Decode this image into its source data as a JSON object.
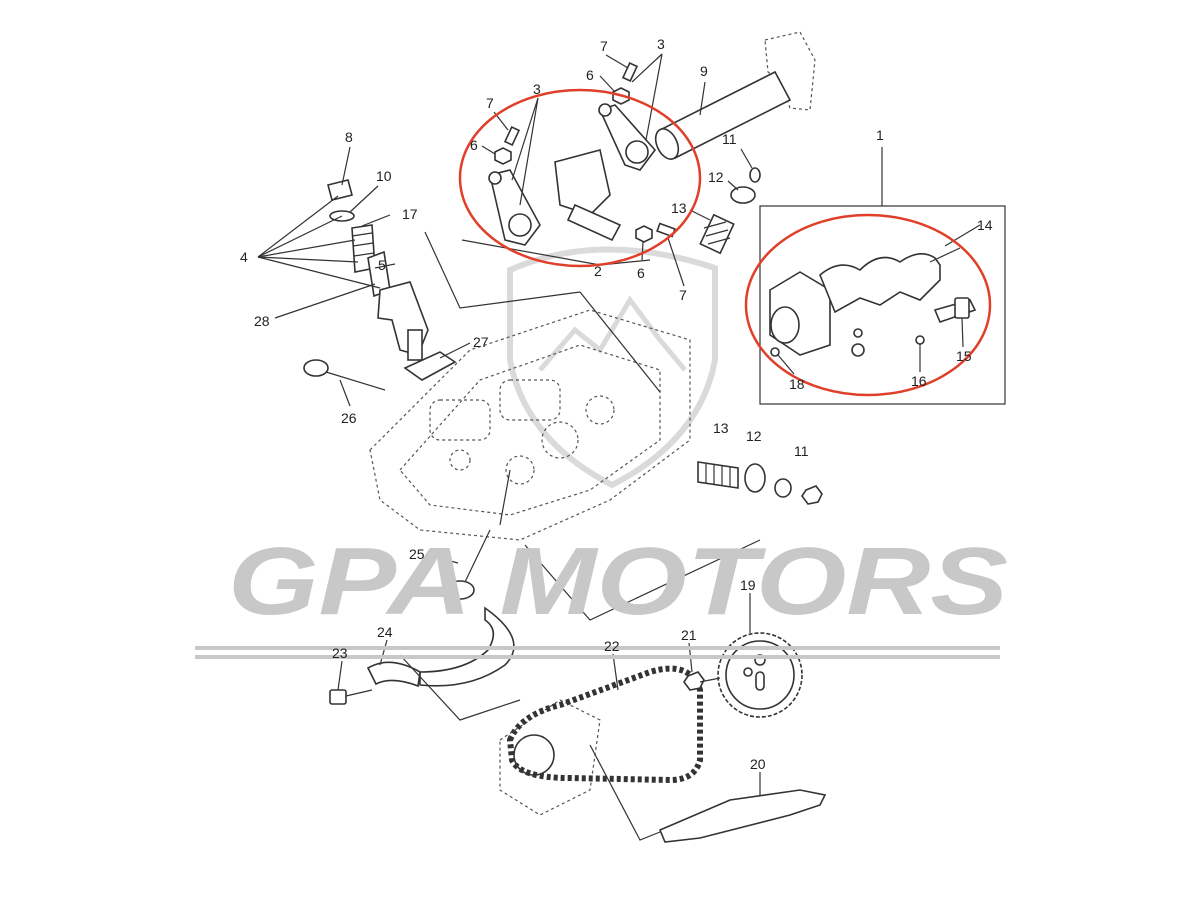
{
  "watermark": {
    "text": "GPA MOTORS",
    "color": "#c8c8c8"
  },
  "highlight_color": "#e0402a",
  "callouts": [
    {
      "id": "c1",
      "text": "1"
    },
    {
      "id": "c2",
      "text": "2"
    },
    {
      "id": "c3a",
      "text": "3"
    },
    {
      "id": "c3b",
      "text": "3"
    },
    {
      "id": "c4",
      "text": "4"
    },
    {
      "id": "c5",
      "text": "5"
    },
    {
      "id": "c6a",
      "text": "6"
    },
    {
      "id": "c6b",
      "text": "6"
    },
    {
      "id": "c6c",
      "text": "6"
    },
    {
      "id": "c7a",
      "text": "7"
    },
    {
      "id": "c7b",
      "text": "7"
    },
    {
      "id": "c7c",
      "text": "7"
    },
    {
      "id": "c8",
      "text": "8"
    },
    {
      "id": "c9",
      "text": "9"
    },
    {
      "id": "c10",
      "text": "10"
    },
    {
      "id": "c11a",
      "text": "11"
    },
    {
      "id": "c11b",
      "text": "11"
    },
    {
      "id": "c12a",
      "text": "12"
    },
    {
      "id": "c12b",
      "text": "12"
    },
    {
      "id": "c13a",
      "text": "13"
    },
    {
      "id": "c13b",
      "text": "13"
    },
    {
      "id": "c14",
      "text": "14"
    },
    {
      "id": "c15",
      "text": "15"
    },
    {
      "id": "c16",
      "text": "16"
    },
    {
      "id": "c17",
      "text": "17"
    },
    {
      "id": "c18",
      "text": "18"
    },
    {
      "id": "c19",
      "text": "19"
    },
    {
      "id": "c20",
      "text": "20"
    },
    {
      "id": "c21",
      "text": "21"
    },
    {
      "id": "c22",
      "text": "22"
    },
    {
      "id": "c23",
      "text": "23"
    },
    {
      "id": "c24",
      "text": "24"
    },
    {
      "id": "c25",
      "text": "25"
    },
    {
      "id": "c26",
      "text": "26"
    },
    {
      "id": "c27",
      "text": "27"
    },
    {
      "id": "c28",
      "text": "28"
    }
  ]
}
